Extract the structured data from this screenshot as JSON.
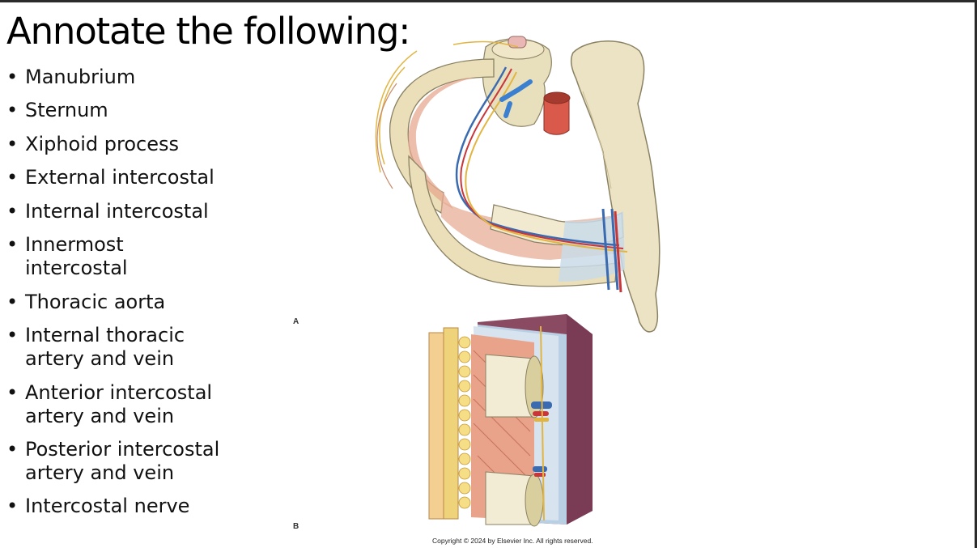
{
  "slide": {
    "title": "Annotate the following:",
    "bullet_glyph": "•",
    "bullets": [
      "Manubrium",
      "Sternum",
      "Xiphoid process",
      "External intercostal",
      "Internal intercostal",
      "Innermost\nintercostal",
      "Thoracic aorta",
      "Internal thoracic\nartery and vein",
      "Anterior intercostal\nartery and vein",
      "Posterior intercostal\nartery and vein",
      "Intercostal nerve"
    ],
    "figure": {
      "label_a": "A",
      "label_b": "B",
      "copyright": "Copyright © 2024 by Elsevier Inc. All rights reserved."
    }
  }
}
